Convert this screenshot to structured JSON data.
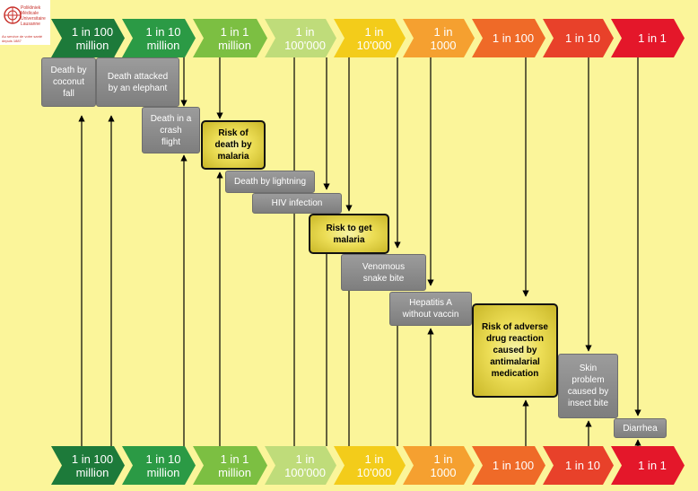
{
  "logo": {
    "name": "Polikliniek\nMédicale\nUniversitaire\nLausanne",
    "tagline": "Au service de votre santé\ndepuis 1887"
  },
  "scale": [
    {
      "label": "1 in 100\nmillion",
      "color": "#1d7a3a"
    },
    {
      "label": "1 in 10\nmillion",
      "color": "#2b9a45"
    },
    {
      "label": "1 in 1\nmillion",
      "color": "#7cbf42"
    },
    {
      "label": "1 in\n100'000",
      "color": "#bfdc7a"
    },
    {
      "label": "1 in\n10'000",
      "color": "#f3cc1a"
    },
    {
      "label": "1 in\n1000",
      "color": "#f5a030"
    },
    {
      "label": "1 in 100",
      "color": "#ef6a28"
    },
    {
      "label": "1 in 10",
      "color": "#e8412a"
    },
    {
      "label": "1 in 1",
      "color": "#e4172a"
    }
  ],
  "risks": [
    {
      "label": "Death by\ncoconut\nfall",
      "highlight": false
    },
    {
      "label": "Death attacked\nby an elephant",
      "highlight": false
    },
    {
      "label": "Death in a\ncrash\nflight",
      "highlight": false
    },
    {
      "label": "Risk of\ndeath by\nmalaria",
      "highlight": true
    },
    {
      "label": "Death by lightning",
      "highlight": false
    },
    {
      "label": "HIV infection",
      "highlight": false
    },
    {
      "label": "Risk to get\nmalaria",
      "highlight": true
    },
    {
      "label": "Venomous\nsnake bite",
      "highlight": false
    },
    {
      "label": "Hepatitis A\nwithout vaccin",
      "highlight": false
    },
    {
      "label": "Risk of adverse\ndrug reaction\ncaused by\nantimalarial\nmedication",
      "highlight": true
    },
    {
      "label": "Skin\nproblem\ncaused by\ninsect bite",
      "highlight": false
    },
    {
      "label": "Diarrhea",
      "highlight": false
    }
  ]
}
